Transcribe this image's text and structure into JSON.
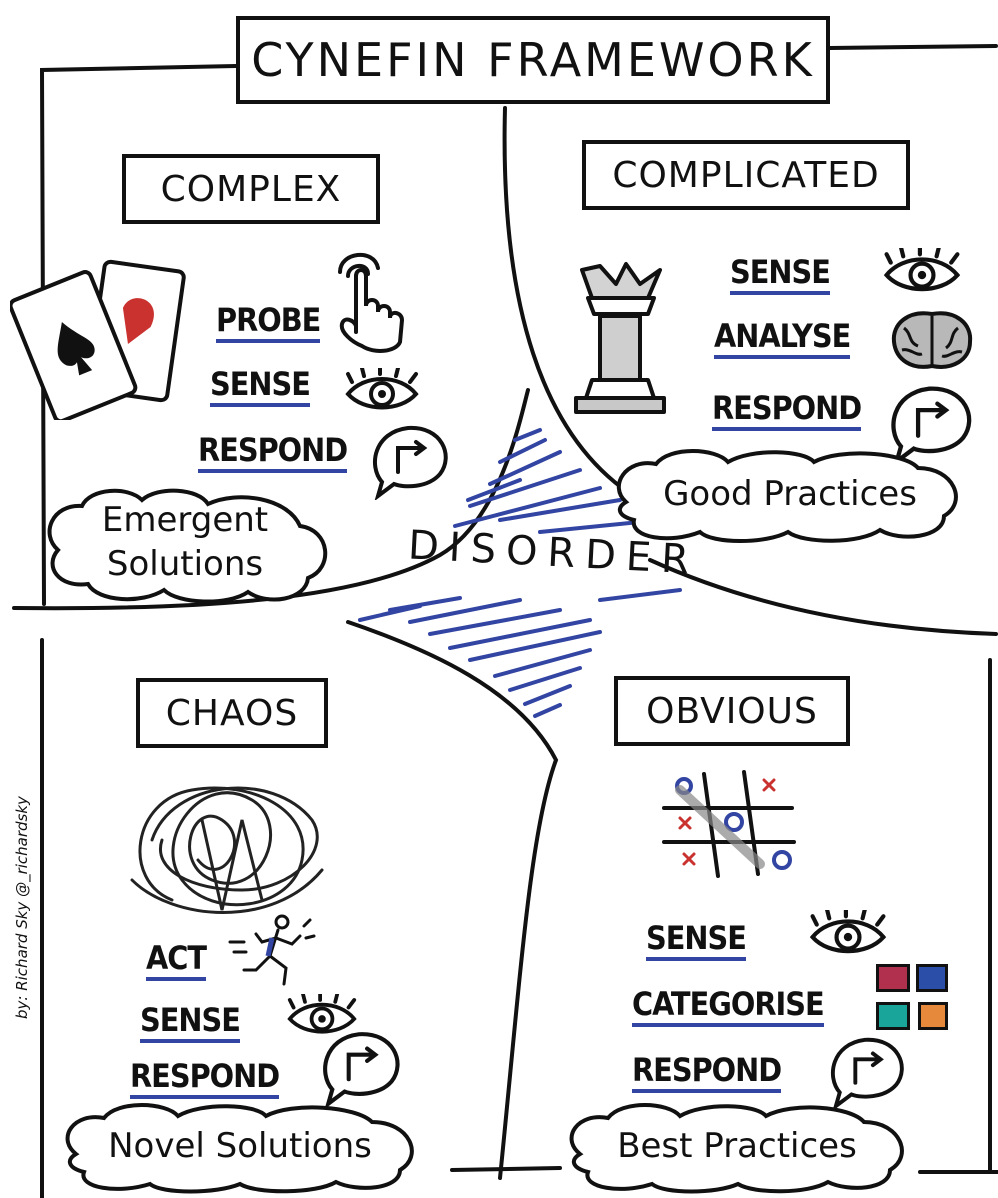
{
  "title": "CYNEFIN FRAMEWORK",
  "center_label": "DISORDER",
  "credit": "by: Richard Sky @_richardsky",
  "domains": {
    "complex": {
      "title": "COMPLEX",
      "steps": [
        "PROBE",
        "SENSE",
        "RESPOND"
      ],
      "practice": "Emergent Solutions",
      "icons": [
        "playing-cards-icon",
        "pointing-hand-icon",
        "eye-icon",
        "speech-bubble-icon"
      ]
    },
    "complicated": {
      "title": "COMPLICATED",
      "steps": [
        "SENSE",
        "ANALYSE",
        "RESPOND"
      ],
      "practice": "Good Practices",
      "icons": [
        "chess-queen-icon",
        "eye-icon",
        "brain-icon",
        "speech-bubble-icon"
      ]
    },
    "chaos": {
      "title": "CHAOS",
      "steps": [
        "ACT",
        "SENSE",
        "RESPOND"
      ],
      "practice": "Novel Solutions",
      "icons": [
        "scribble-icon",
        "running-figure-icon",
        "eye-icon",
        "speech-bubble-icon"
      ]
    },
    "obvious": {
      "title": "OBVIOUS",
      "steps": [
        "SENSE",
        "CATEGORISE",
        "RESPOND"
      ],
      "practice": "Best Practices",
      "icons": [
        "tic-tac-toe-icon",
        "eye-icon",
        "color-squares-icon",
        "speech-bubble-icon"
      ]
    }
  },
  "colors": {
    "underline": "#3345a3",
    "hatch": "#3345a3",
    "square1": "#b0304e",
    "square2": "#2b4fa8",
    "square3": "#1aa59a",
    "square4": "#e7893a"
  }
}
